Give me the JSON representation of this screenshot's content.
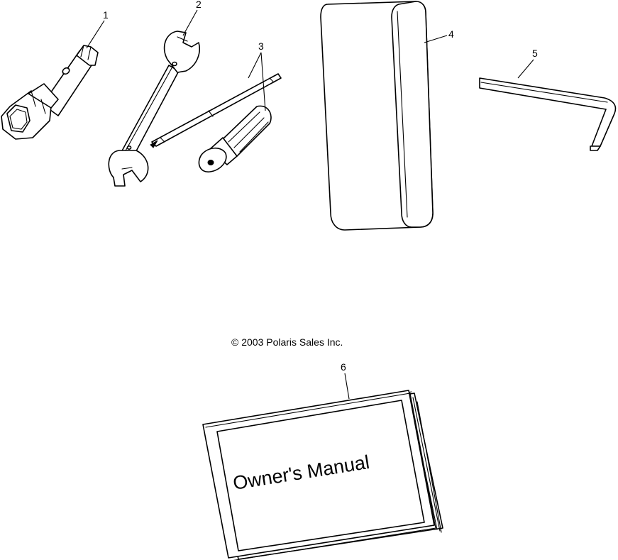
{
  "callouts": {
    "part_1": "1",
    "part_2": "2",
    "part_3": "3",
    "part_4": "4",
    "part_5": "5",
    "part_6": "6"
  },
  "copyright": "© 2003 Polaris Sales Inc.",
  "manual": {
    "cover_title": "Owner's Manual"
  }
}
